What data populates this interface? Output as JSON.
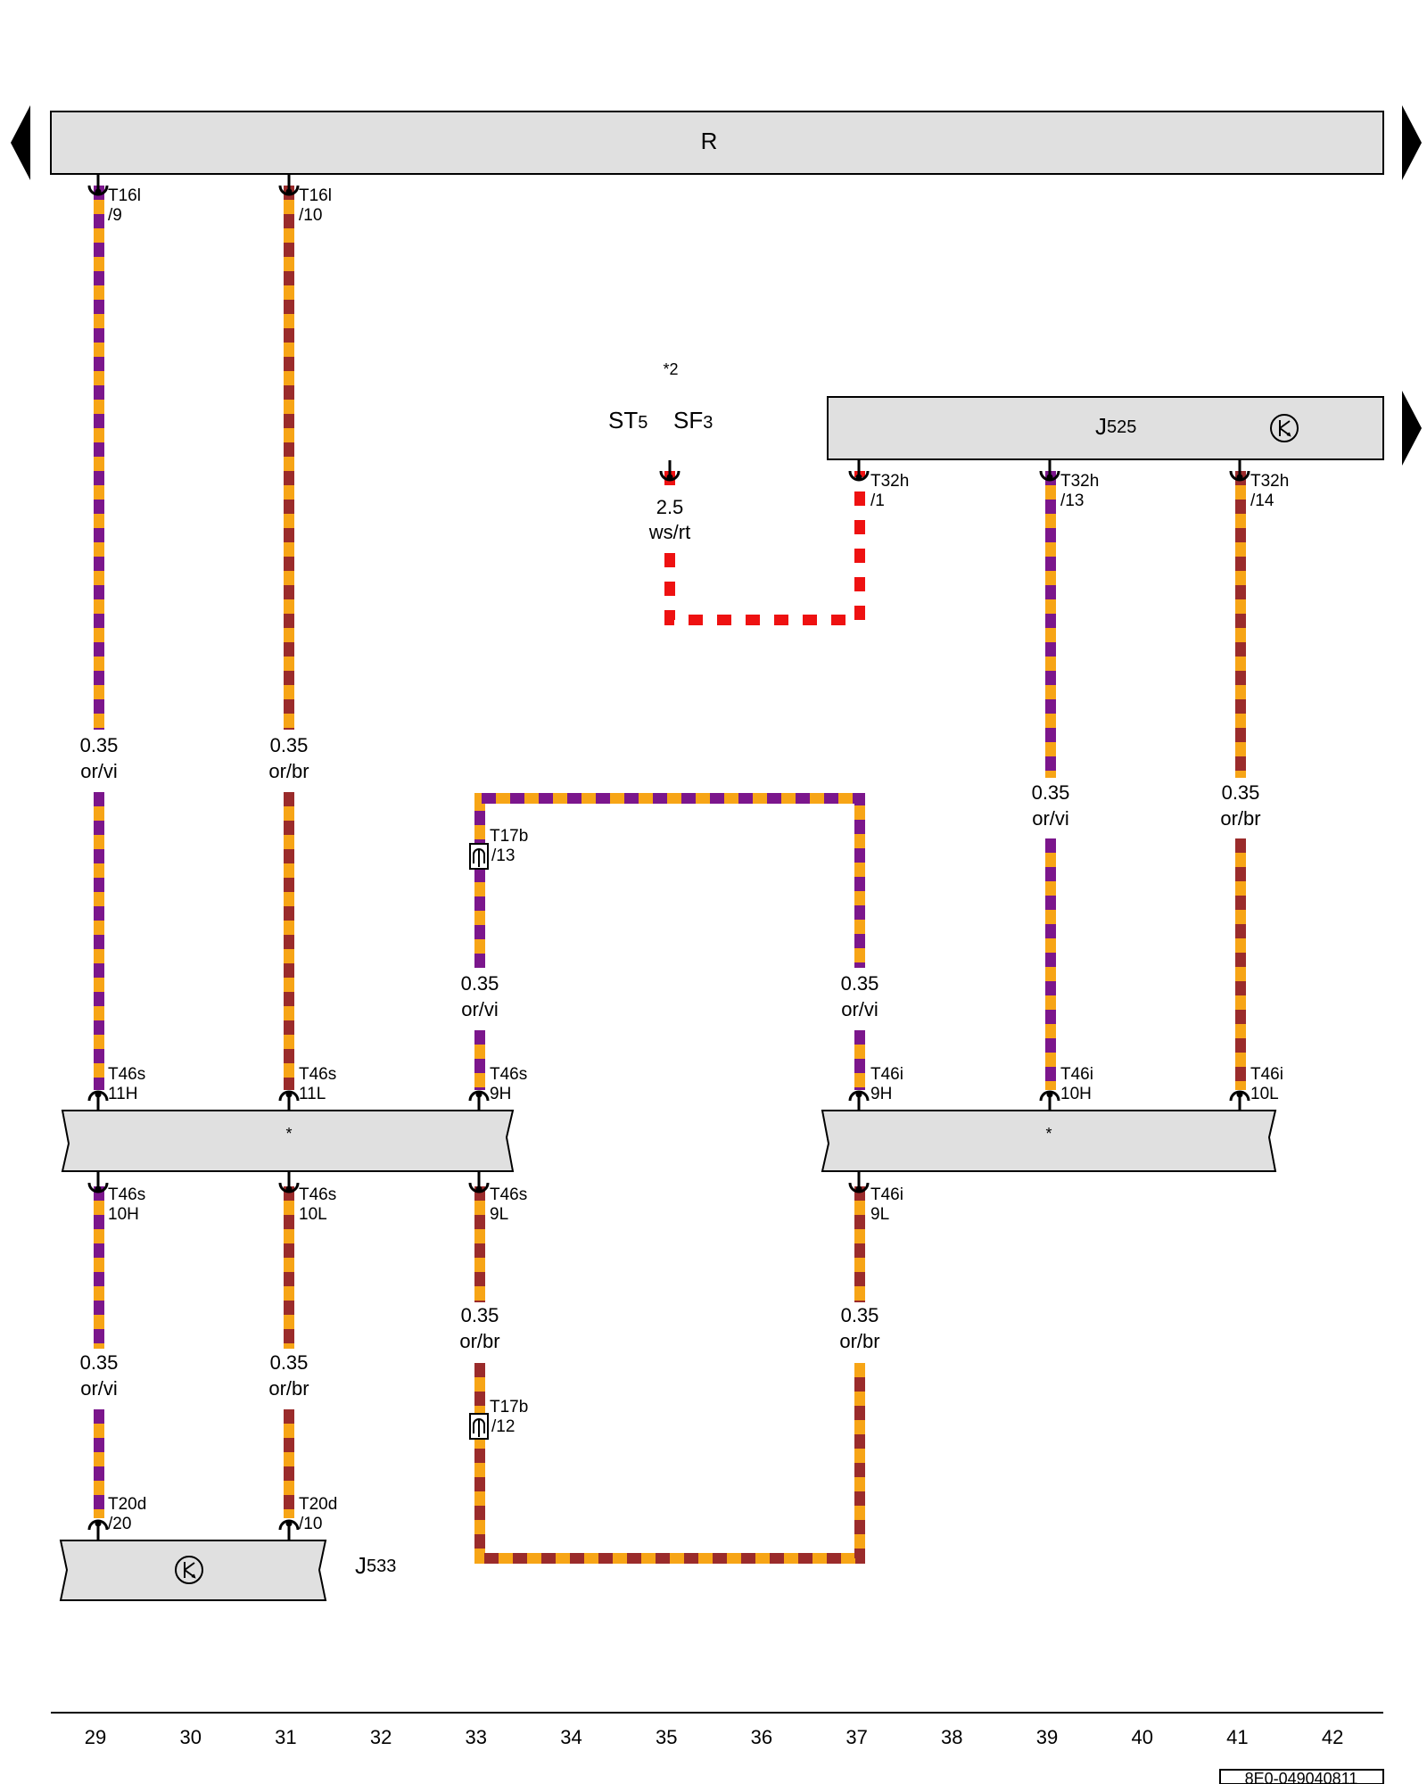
{
  "colors": {
    "or": "#f7a516",
    "vi": "#7b168c",
    "br": "#9a2b2b",
    "ws": "#ffffff",
    "rt": "#ee1111",
    "box_fill": "#e0e0e0"
  },
  "nav": {
    "arrow_left": "left-arrow-icon",
    "arrow_right": "right-arrow-icon"
  },
  "components": {
    "rail_r": "R",
    "j525": "J525",
    "j525_prefix": "J",
    "j525_sub": "525",
    "j533_prefix": "J",
    "j533_sub": "533",
    "connector_left": "*",
    "connector_right": "*",
    "note_star2": "*2",
    "st5_prefix": "ST",
    "st5_sub": "5",
    "sf3_prefix": "SF",
    "sf3_sub": "3"
  },
  "pins": {
    "t16l_9_a": "T16l",
    "t16l_9_b": "/9",
    "t16l_10_a": "T16l",
    "t16l_10_b": "/10",
    "t32h_1_a": "T32h",
    "t32h_1_b": "/1",
    "t32h_13_a": "T32h",
    "t32h_13_b": "/13",
    "t32h_14_a": "T32h",
    "t32h_14_b": "/14",
    "t17b_13_a": "T17b",
    "t17b_13_b": "/13",
    "t17b_12_a": "T17b",
    "t17b_12_b": "/12",
    "t46s_11h_a": "T46s",
    "t46s_11h_b": "11H",
    "t46s_11l_a": "T46s",
    "t46s_11l_b": "11L",
    "t46s_9h_a": "T46s",
    "t46s_9h_b": "9H",
    "t46i_9h_a": "T46i",
    "t46i_9h_b": "9H",
    "t46i_10h_a": "T46i",
    "t46i_10h_b": "10H",
    "t46i_10l_a": "T46i",
    "t46i_10l_b": "10L",
    "t46s_10h_a": "T46s",
    "t46s_10h_b": "10H",
    "t46s_10l_a": "T46s",
    "t46s_10l_b": "10L",
    "t46s_9l_a": "T46s",
    "t46s_9l_b": "9L",
    "t46i_9l_a": "T46i",
    "t46i_9l_b": "9L",
    "t20d_20_a": "T20d",
    "t20d_20_b": "/20",
    "t20d_10_a": "T20d",
    "t20d_10_b": "/10"
  },
  "wires": {
    "w29_top_size": "0.35",
    "w29_top_color": "or/vi",
    "w31_top_size": "0.35",
    "w31_top_color": "or/br",
    "w35_size": "2.5",
    "w35_color": "ws/rt",
    "w39_size": "0.35",
    "w39_color": "or/vi",
    "w41_size": "0.35",
    "w41_color": "or/br",
    "w33_mid_size": "0.35",
    "w33_mid_color": "or/vi",
    "w37_mid_size": "0.35",
    "w37_mid_color": "or/vi",
    "w29_bot_size": "0.35",
    "w29_bot_color": "or/vi",
    "w31_bot_size": "0.35",
    "w31_bot_color": "or/br",
    "w33_bot_size": "0.35",
    "w33_bot_color": "or/br",
    "w37_bot_size": "0.35",
    "w37_bot_color": "or/br"
  },
  "columns": [
    "29",
    "30",
    "31",
    "32",
    "33",
    "34",
    "35",
    "36",
    "37",
    "38",
    "39",
    "40",
    "41",
    "42"
  ],
  "footer": {
    "ref": "8E0-049040811"
  }
}
